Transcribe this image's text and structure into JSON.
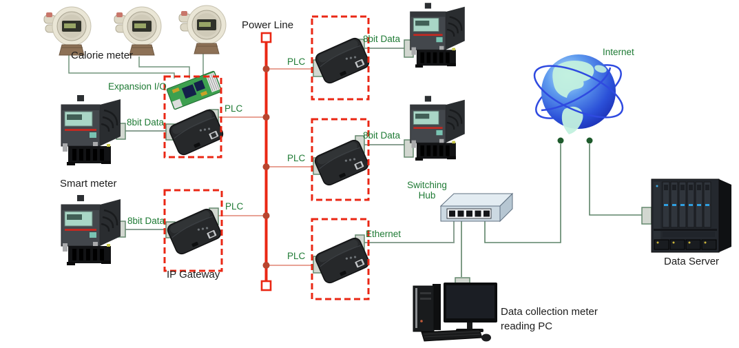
{
  "labels": {
    "calorie_meter": "Calorie meter",
    "expansion_io": "Expansion I/O",
    "smart_meter": "Smart meter",
    "ip_gateway": "IP Gateway",
    "power_line": "Power Line",
    "plc": "PLC",
    "bit8_data": "8bit Data",
    "ethernet": "Ethernet",
    "switching": "Switching",
    "hub": "Hub",
    "internet": "Internet",
    "data_server": "Data Server",
    "pc_line1": "Data collection meter",
    "pc_line2": "reading PC"
  },
  "colors": {
    "red": "#ea2714",
    "branch": "#e59486",
    "junction": "#b8452f",
    "label_green": "#1e7a34",
    "data_line": "#8aa092",
    "net_line": "#5d8468",
    "net_dot": "#1d5a2b",
    "meter_line": "#70937c",
    "connector_fill": "#d2d7d0",
    "connector_stroke": "#64886e",
    "text_black": "#1c1c1c"
  }
}
